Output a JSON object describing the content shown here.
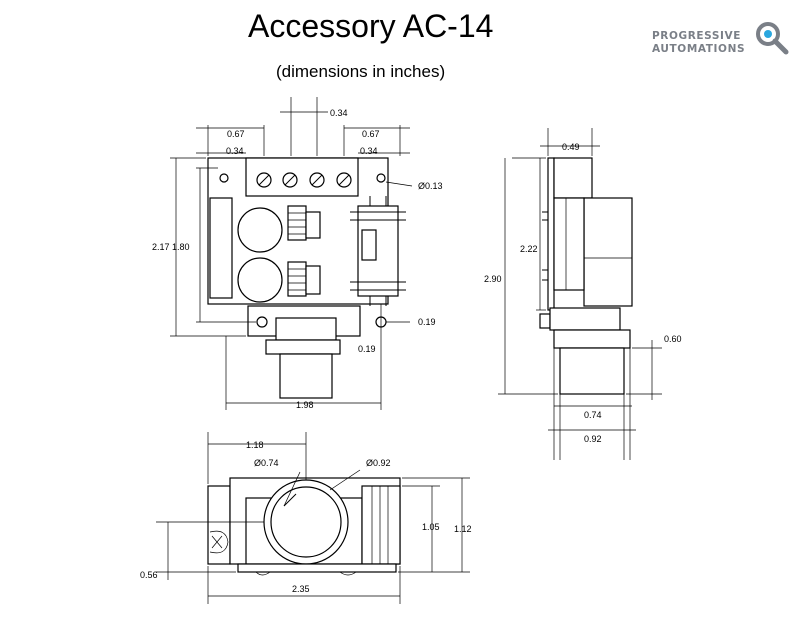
{
  "title": "Accessory AC-14",
  "subtitle": "(dimensions in inches)",
  "logo": {
    "line1": "PROGRESSIVE",
    "line2": "AUTOMATIONS",
    "accent": "#2aa7df",
    "gray": "#7a7f87"
  },
  "top_view": {
    "d_034_top": "0.34",
    "d_067_left": "0.67",
    "d_067_right": "0.67",
    "d_034_left": "0.34",
    "d_034_right": "0.34",
    "d_hole": "Ø0.13",
    "d_217_180": "2.17 1.80",
    "d_019_a": "0.19",
    "d_019_b": "0.19",
    "d_198": "1.98"
  },
  "side_view": {
    "d_049": "0.49",
    "d_222": "2.22",
    "d_290": "2.90",
    "d_060": "0.60",
    "d_074": "0.74",
    "d_092": "0.92"
  },
  "front_view": {
    "d_118": "1.18",
    "d_dia074": "Ø0.74",
    "d_dia092": "Ø0.92",
    "d_105": "1.05",
    "d_112": "1.12",
    "d_056": "0.56",
    "d_235": "2.35"
  }
}
